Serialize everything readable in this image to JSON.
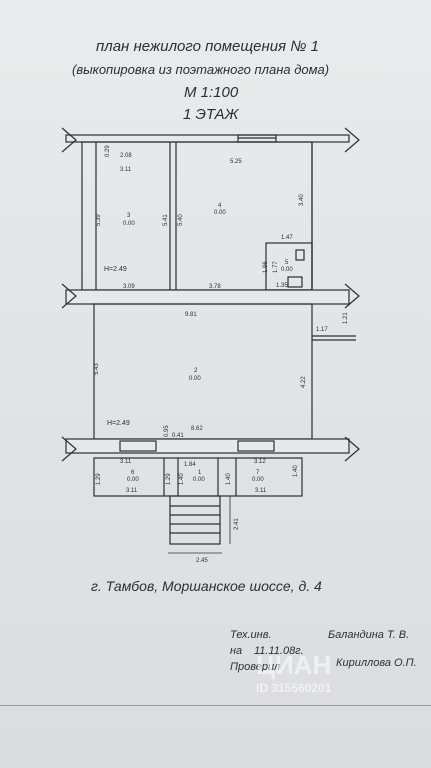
{
  "header": {
    "title": "план нежилого помещения № 1",
    "subtitle": "(выкопировка из поэтажного плана дома)",
    "scale": "М  1:100",
    "floor": "1 ЭТАЖ"
  },
  "plan": {
    "rooms": [
      {
        "number": "3",
        "area": "0.00"
      },
      {
        "number": "4",
        "area": "0.00"
      },
      {
        "number": "5",
        "area": "0.00"
      },
      {
        "number": "2",
        "area": "0.00"
      },
      {
        "number": "6",
        "area": "0.00"
      },
      {
        "number": "1",
        "area": "0.00"
      },
      {
        "number": "7",
        "area": "0.00"
      }
    ],
    "heights": [
      "H=2.49",
      "H=2.49"
    ],
    "dimensions": [
      "2.08",
      "3.11",
      "5.25",
      "5.39",
      "5.41",
      "5.40",
      "3.40",
      "1.47",
      "1.77",
      "1.96",
      "1.35",
      "3.09",
      "3.78",
      "9.81",
      "1.17",
      "1.21",
      "5.43",
      "4.22",
      "8.62",
      "0.41",
      "0.95",
      "0.29",
      "3.11",
      "1.84",
      "3.12",
      "1.29",
      "1.29",
      "1.40",
      "1.40",
      "1.40",
      "3.11",
      "3.11",
      "2.41",
      "2.45"
    ]
  },
  "address": "г. Тамбов, Моршанское шоссе, д. 4",
  "footer": {
    "tech_inv": "Тех.инв.",
    "on_label": "на",
    "date": "11.11.08г.",
    "checked": "Проверил",
    "person1": "Баландина Т. В.",
    "person2": "Кириллова О.П.",
    "watermark": "ЦИАН",
    "watermark_id": "ID 315560201"
  }
}
